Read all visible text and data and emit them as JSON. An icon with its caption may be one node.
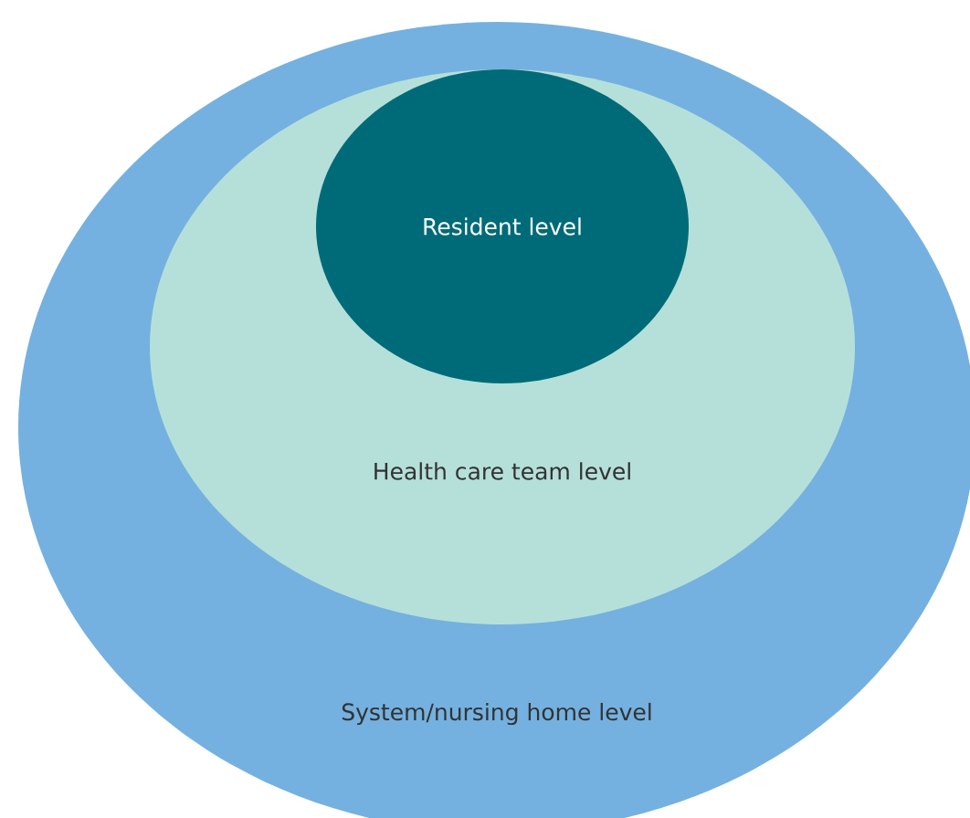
{
  "diagram": {
    "nodes": [
      {
        "text": [
          "System/nursing home level"
        ]
      },
      {
        "text": [
          "Health care team level"
        ],
        "in": 0
      },
      {
        "text": [
          "Resident level"
        ],
        "in": 1
      }
    ]
  }
}
